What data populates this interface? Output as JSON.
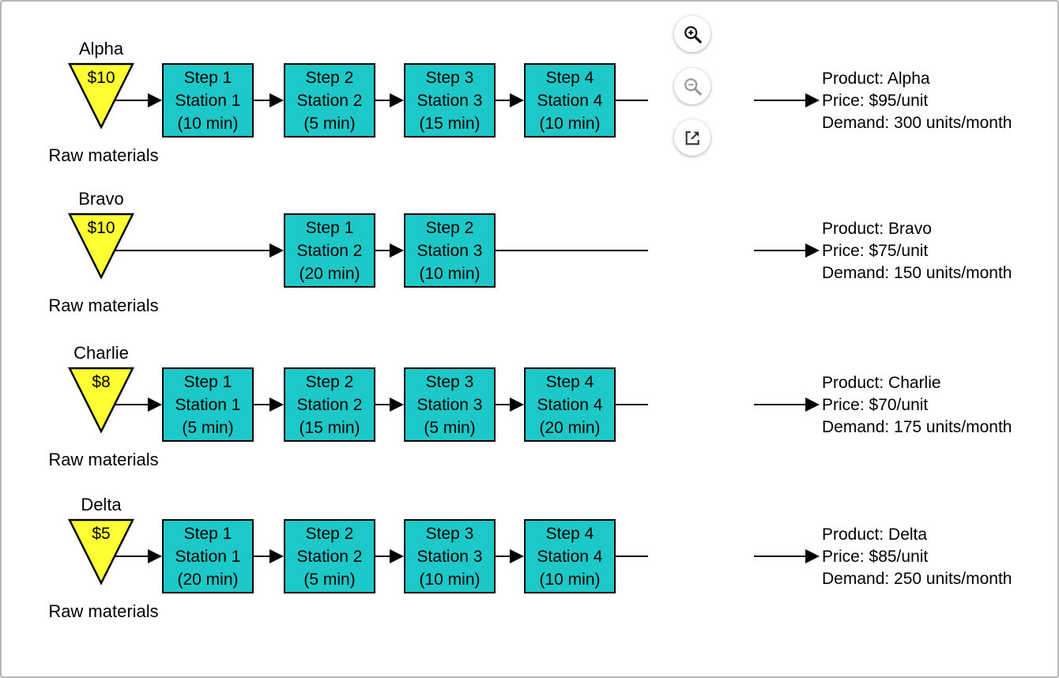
{
  "canvas": {
    "background": "#ffffff",
    "frame_border": "#b7b7b7"
  },
  "colors": {
    "station_fill": "#1dc8c8",
    "raw_fill": "#ffff33",
    "outline": "#000000"
  },
  "toolbar": {
    "buttons": [
      {
        "icon": "zoom-in",
        "state": "enabled"
      },
      {
        "icon": "zoom-out",
        "state": "disabled"
      },
      {
        "icon": "open-in-new-window",
        "state": "enabled"
      }
    ]
  },
  "rows": [
    {
      "name": "Alpha",
      "cost": "$10",
      "raw_label": "Raw materials",
      "steps": [
        {
          "step": "Step 1",
          "station": "Station 1",
          "time": "(10 min)"
        },
        {
          "step": "Step 2",
          "station": "Station 2",
          "time": "(5 min)"
        },
        {
          "step": "Step 3",
          "station": "Station 3",
          "time": "(15 min)"
        },
        {
          "step": "Step 4",
          "station": "Station 4",
          "time": "(10 min)"
        }
      ],
      "info": {
        "product": "Product: Alpha",
        "price": "Price: $95/unit",
        "demand": "Demand: 300 units/month"
      }
    },
    {
      "name": "Bravo",
      "cost": "$10",
      "raw_label": "Raw materials",
      "steps": [
        {
          "step": "Step 1",
          "station": "Station 2",
          "time": "(20 min)"
        },
        {
          "step": "Step 2",
          "station": "Station 3",
          "time": "(10 min)"
        }
      ],
      "info": {
        "product": "Product: Bravo",
        "price": "Price: $75/unit",
        "demand": "Demand: 150 units/month"
      }
    },
    {
      "name": "Charlie",
      "cost": "$8",
      "raw_label": "Raw materials",
      "steps": [
        {
          "step": "Step 1",
          "station": "Station 1",
          "time": "(5 min)"
        },
        {
          "step": "Step 2",
          "station": "Station 2",
          "time": "(15 min)"
        },
        {
          "step": "Step 3",
          "station": "Station 3",
          "time": "(5 min)"
        },
        {
          "step": "Step 4",
          "station": "Station 4",
          "time": "(20 min)"
        }
      ],
      "info": {
        "product": "Product: Charlie",
        "price": "Price: $70/unit",
        "demand": "Demand: 175 units/month"
      }
    },
    {
      "name": "Delta",
      "cost": "$5",
      "raw_label": "Raw materials",
      "steps": [
        {
          "step": "Step 1",
          "station": "Station 1",
          "time": "(20 min)"
        },
        {
          "step": "Step 2",
          "station": "Station 2",
          "time": "(5 min)"
        },
        {
          "step": "Step 3",
          "station": "Station 3",
          "time": "(10 min)"
        },
        {
          "step": "Step 4",
          "station": "Station 4",
          "time": "(10 min)"
        }
      ],
      "info": {
        "product": "Product: Delta",
        "price": "Price: $85/unit",
        "demand": "Demand: 250 units/month"
      }
    }
  ]
}
